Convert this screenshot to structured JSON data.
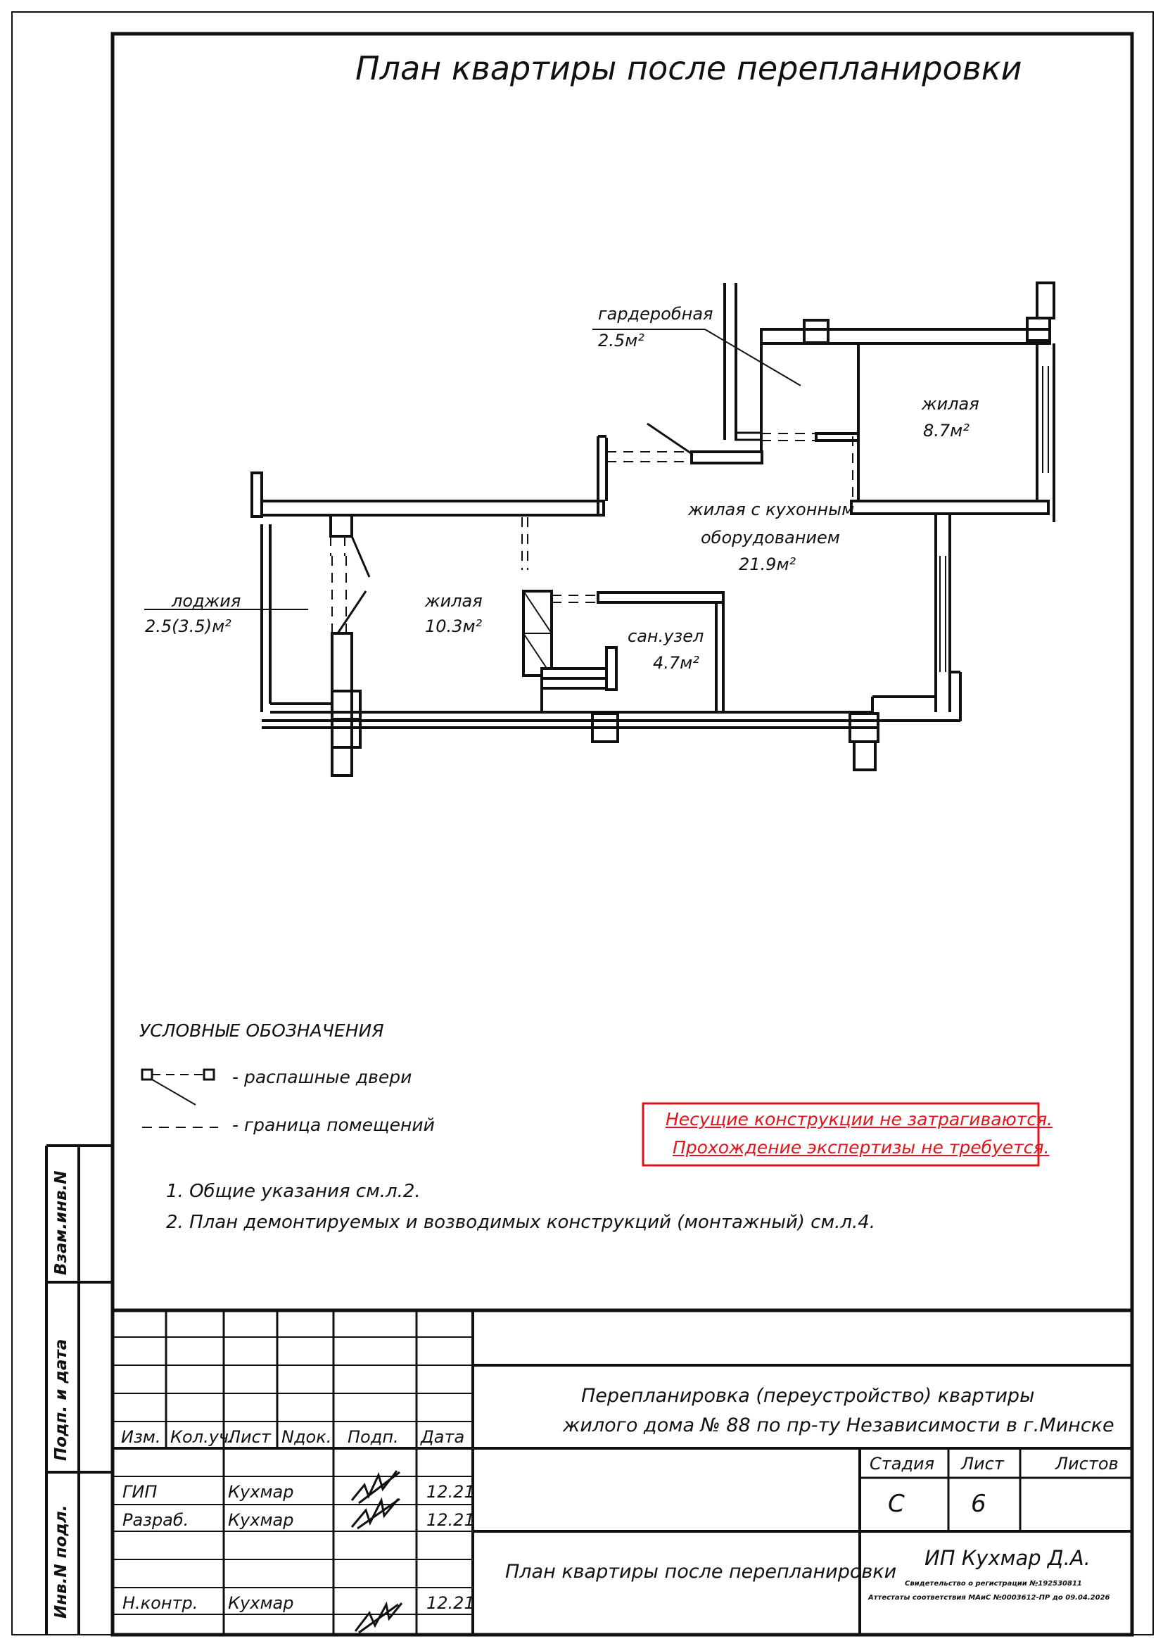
{
  "sheet": {
    "title": "План квартиры после перепланировки"
  },
  "rooms": [
    {
      "name": "гардеробная",
      "area": "2.5м²"
    },
    {
      "name": "жилая",
      "area": "8.7м²"
    },
    {
      "name": "жилая с кухонным оборудованием",
      "area": "21.9м²",
      "name_line1": "жилая с кухонным",
      "name_line2": "оборудованием"
    },
    {
      "name": "лоджия",
      "area": "2.5(3.5)м²"
    },
    {
      "name": "жилая",
      "area": "10.3м²"
    },
    {
      "name": "сан.узел",
      "area": "4.7м²"
    }
  ],
  "legend": {
    "heading": "УСЛОВНЫЕ ОБОЗНАЧЕНИЯ",
    "items": [
      {
        "symbol": "swing-door",
        "text": "- распашные двери"
      },
      {
        "symbol": "room-boundary",
        "text": "- граница помещений"
      }
    ]
  },
  "warning": {
    "line1": "Несущие конструкции не затрагиваются.",
    "line2": "Прохождение экспертизы не требуется.",
    "color": "#e0141b"
  },
  "notes": [
    "1.  Общие указания см.л.2.",
    "2.  План демонтируемых и возводимых конструкций (монтажный) см.л.4."
  ],
  "side_stamp": [
    "Взам.инв.N",
    "Подп. и дата",
    "Инв.N подл."
  ],
  "title_block": {
    "project_line1": "Перепланировка (переустройство) квартиры",
    "project_line2": "жилого дома № 88 по пр-ту Независимости в г.Минске",
    "sheet_name": "План квартиры после перепланировки",
    "headers": {
      "izm": "Изм.",
      "kol": "Кол.уч.",
      "list": "Лист",
      "ndok": "Nдок.",
      "podp": "Подп.",
      "data": "Дата"
    },
    "signatures": [
      {
        "role": "ГИП",
        "name": "Кухмар",
        "date": "12.21"
      },
      {
        "role": "Разраб.",
        "name": "Кухмар",
        "date": "12.21"
      },
      {
        "role": "Н.контр.",
        "name": "Кухмар",
        "date": "12.21"
      }
    ],
    "stage_label": "Стадия",
    "sheet_label": "Лист",
    "sheets_label": "Листов",
    "stage": "С",
    "sheet_no": "6",
    "sheets_total": "",
    "company": "ИП Кухмар Д.А.",
    "cert1": "Свидетельство о регистрации №192530811",
    "cert2": "Аттестаты соответствия МАиС №0003612-ПР до 09.04.2026"
  }
}
